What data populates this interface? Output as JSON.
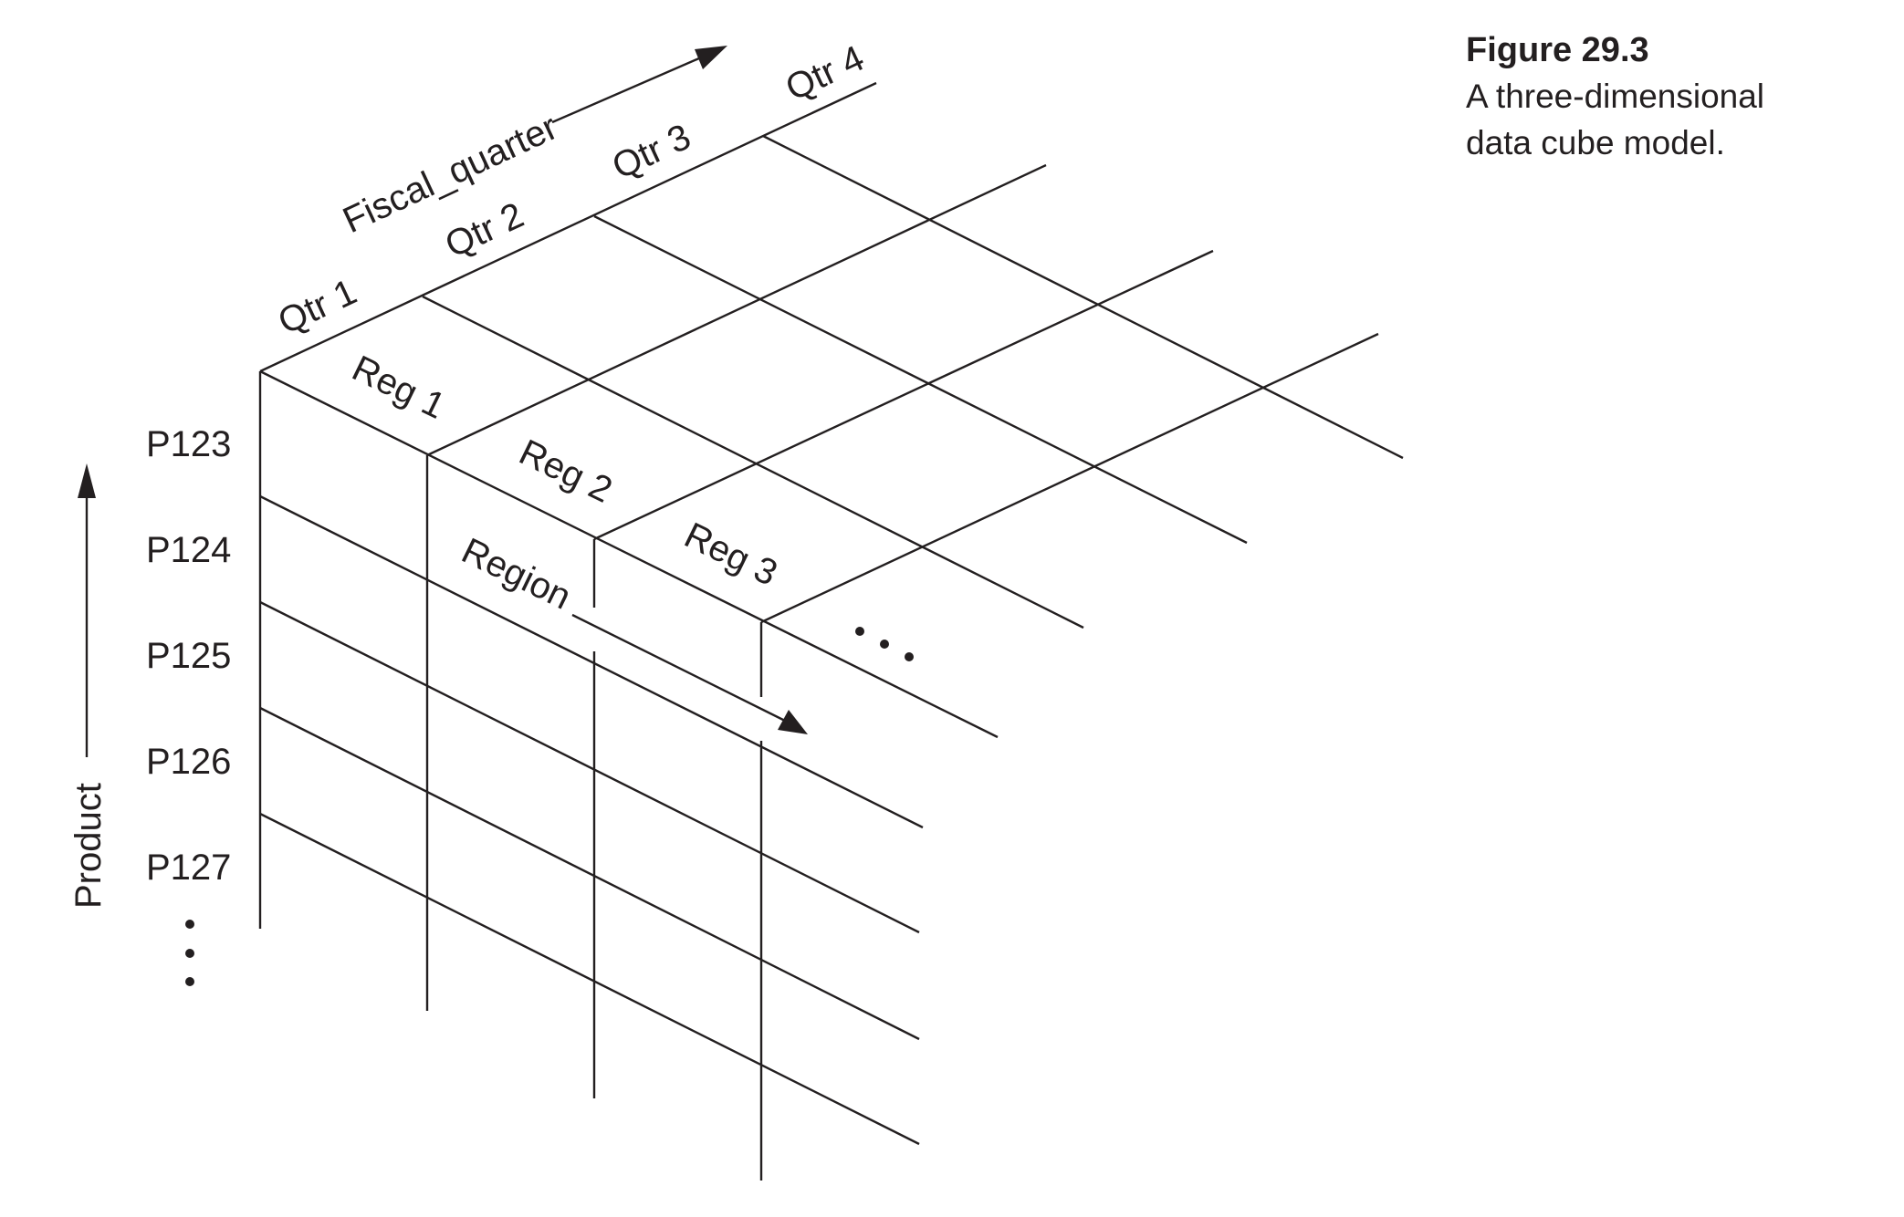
{
  "caption": {
    "figure_number": "Figure 29.3",
    "text": "A three-dimensional data cube model."
  },
  "axes": {
    "quarter_axis_label": "Fiscal_quarter",
    "region_axis_label": "Region",
    "product_axis_label": "Product"
  },
  "quarters": [
    "Qtr 1",
    "Qtr 2",
    "Qtr 3",
    "Qtr 4"
  ],
  "regions": [
    "Reg 1",
    "Reg 2",
    "Reg 3"
  ],
  "products": [
    "P123",
    "P124",
    "P125",
    "P126",
    "P127"
  ],
  "continuation": {
    "region_more": "• • •",
    "product_more": "•\n•\n•"
  }
}
